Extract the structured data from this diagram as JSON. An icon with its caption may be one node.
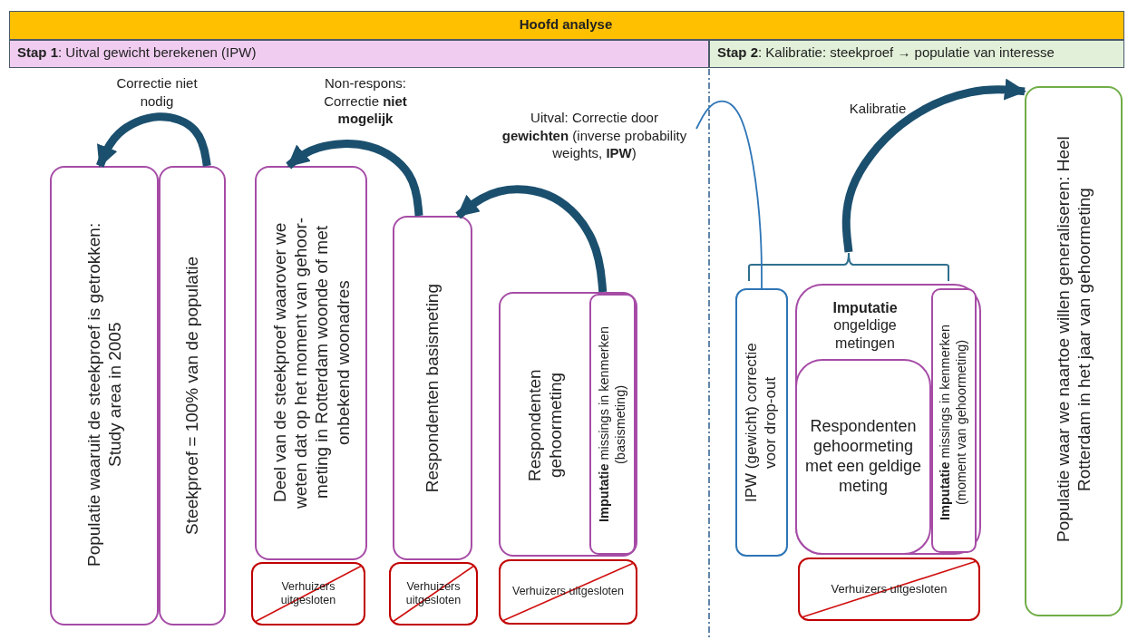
{
  "diagram": {
    "nodes": [
      {
        "text": [
          "Hoofd analyse"
        ]
      },
      {
        "text": [
          "**Stap 1**: Uitval gewicht berekenen (IPW)"
        ]
      },
      {
        "text": [
          "**Stap 2**: Kalibratie: steekproef → populatie van interesse"
        ]
      },
      {
        "text": [
          "Populatie waaruit de steekproef is getrokken: Study area in 2005"
        ]
      },
      {
        "text": [
          "Steekproef = 100% van de populatie"
        ]
      },
      {
        "text": [
          "Deel van de steekproef waarover we weten dat op het moment van gehoor-meting in Rotterdam woonde of met onbekend woonadres"
        ]
      },
      {
        "text": [
          "Verhuizers uitgesloten"
        ]
      },
      {
        "text": [
          "Respondenten basismeting"
        ]
      },
      {
        "text": [
          "Verhuizers uitgesloten"
        ]
      },
      {
        "text": [
          "Respondenten gehoormeting"
        ]
      },
      {
        "text": [
          "**Imputatie** missings in kenmerken (basismeting)"
        ],
        "in": 9
      },
      {
        "text": [
          "Verhuizers uitgesloten"
        ]
      },
      {
        "text": [],
        "shape": "bracket"
      },
      {
        "text": [
          "IPW (gewicht) correctie voor drop-out"
        ]
      },
      {
        "text": [
          "**Imputatie** ongeldige metingen"
        ]
      },
      {
        "text": [
          "Respondenten gehoormeting met een geldige meting"
        ],
        "in": 14
      },
      {
        "text": [
          "**Imputatie** missings in kenmerken (moment van gehoormeting)"
        ],
        "in": 14
      },
      {
        "text": [
          "Verhuizers uitgesloten"
        ]
      },
      {
        "text": [
          "Populatie waar we naartoe willen generaliseren: Heel Rotterdam in het jaar van gehoormeting"
        ]
      }
    ],
    "edges": [
      {
        "from": 4,
        "to": 3,
        "arrow": "to",
        "label": "Correctie niet nodig"
      },
      {
        "from": 7,
        "to": 5,
        "arrow": "to",
        "label": "Non-respons: Correctie **niet mogelijk**"
      },
      {
        "from": 9,
        "to": 7,
        "arrow": "to",
        "label": "Uitval: Correctie door **gewichten** (inverse probability weights, **IPW**)"
      },
      {
        "from": 12,
        "to": 18,
        "arrow": "to",
        "label": "Kalibratie"
      },
      {
        "from": null,
        "to": 13,
        "arrow": "none",
        "color": "#2e75b6"
      }
    ]
  }
}
